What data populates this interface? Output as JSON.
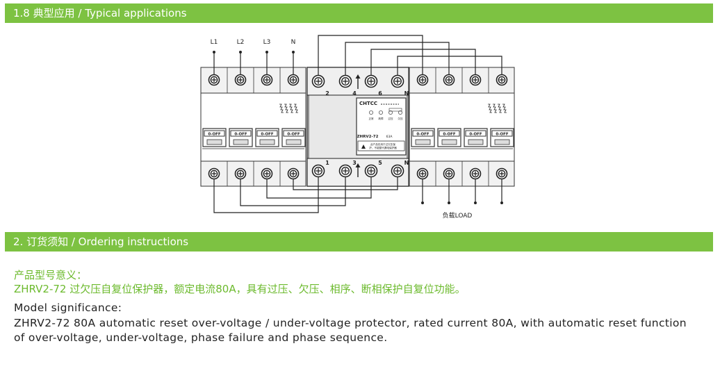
{
  "section_typical": {
    "title": "1.8 典型应用 / Typical applications"
  },
  "diagram": {
    "line_labels": [
      "L1",
      "L2",
      "L3",
      "N"
    ],
    "device_brand": "CHTCC",
    "device_model": "ZHRV2-72",
    "device_rating": "63A",
    "device_indicators": [
      "正常",
      "故障",
      "过压",
      "欠压"
    ],
    "device_warning": "此产品仅用于过欠压保护，不能替代漏电保护器",
    "switch_label": "0-OFF",
    "top_terminal_numbers": [
      "2",
      "4",
      "6",
      "N"
    ],
    "bottom_terminal_numbers": [
      "1",
      "3",
      "5",
      "N"
    ],
    "load_label": "负载LOAD",
    "colors": {
      "line": "#222222",
      "device_fill": "#ffffff",
      "device_gray": "#e8e8e8",
      "stroke": "#333333"
    }
  },
  "section_ordering": {
    "title": "2. 订货须知 / Ordering instructions"
  },
  "model_info": {
    "cn_heading": "产品型号意义：",
    "cn_text": "ZHRV2-72 过欠压自复位保护器，额定电流80A，具有过压、欠压、相序、断相保护自复位功能。",
    "en_heading": "Model significance:",
    "en_line1": "ZHRV2-72 80A automatic reset over-voltage / under-voltage protector, rated current 80A, with automatic reset function",
    "en_line2": "of over-voltage, under-voltage, phase failure and phase sequence."
  }
}
